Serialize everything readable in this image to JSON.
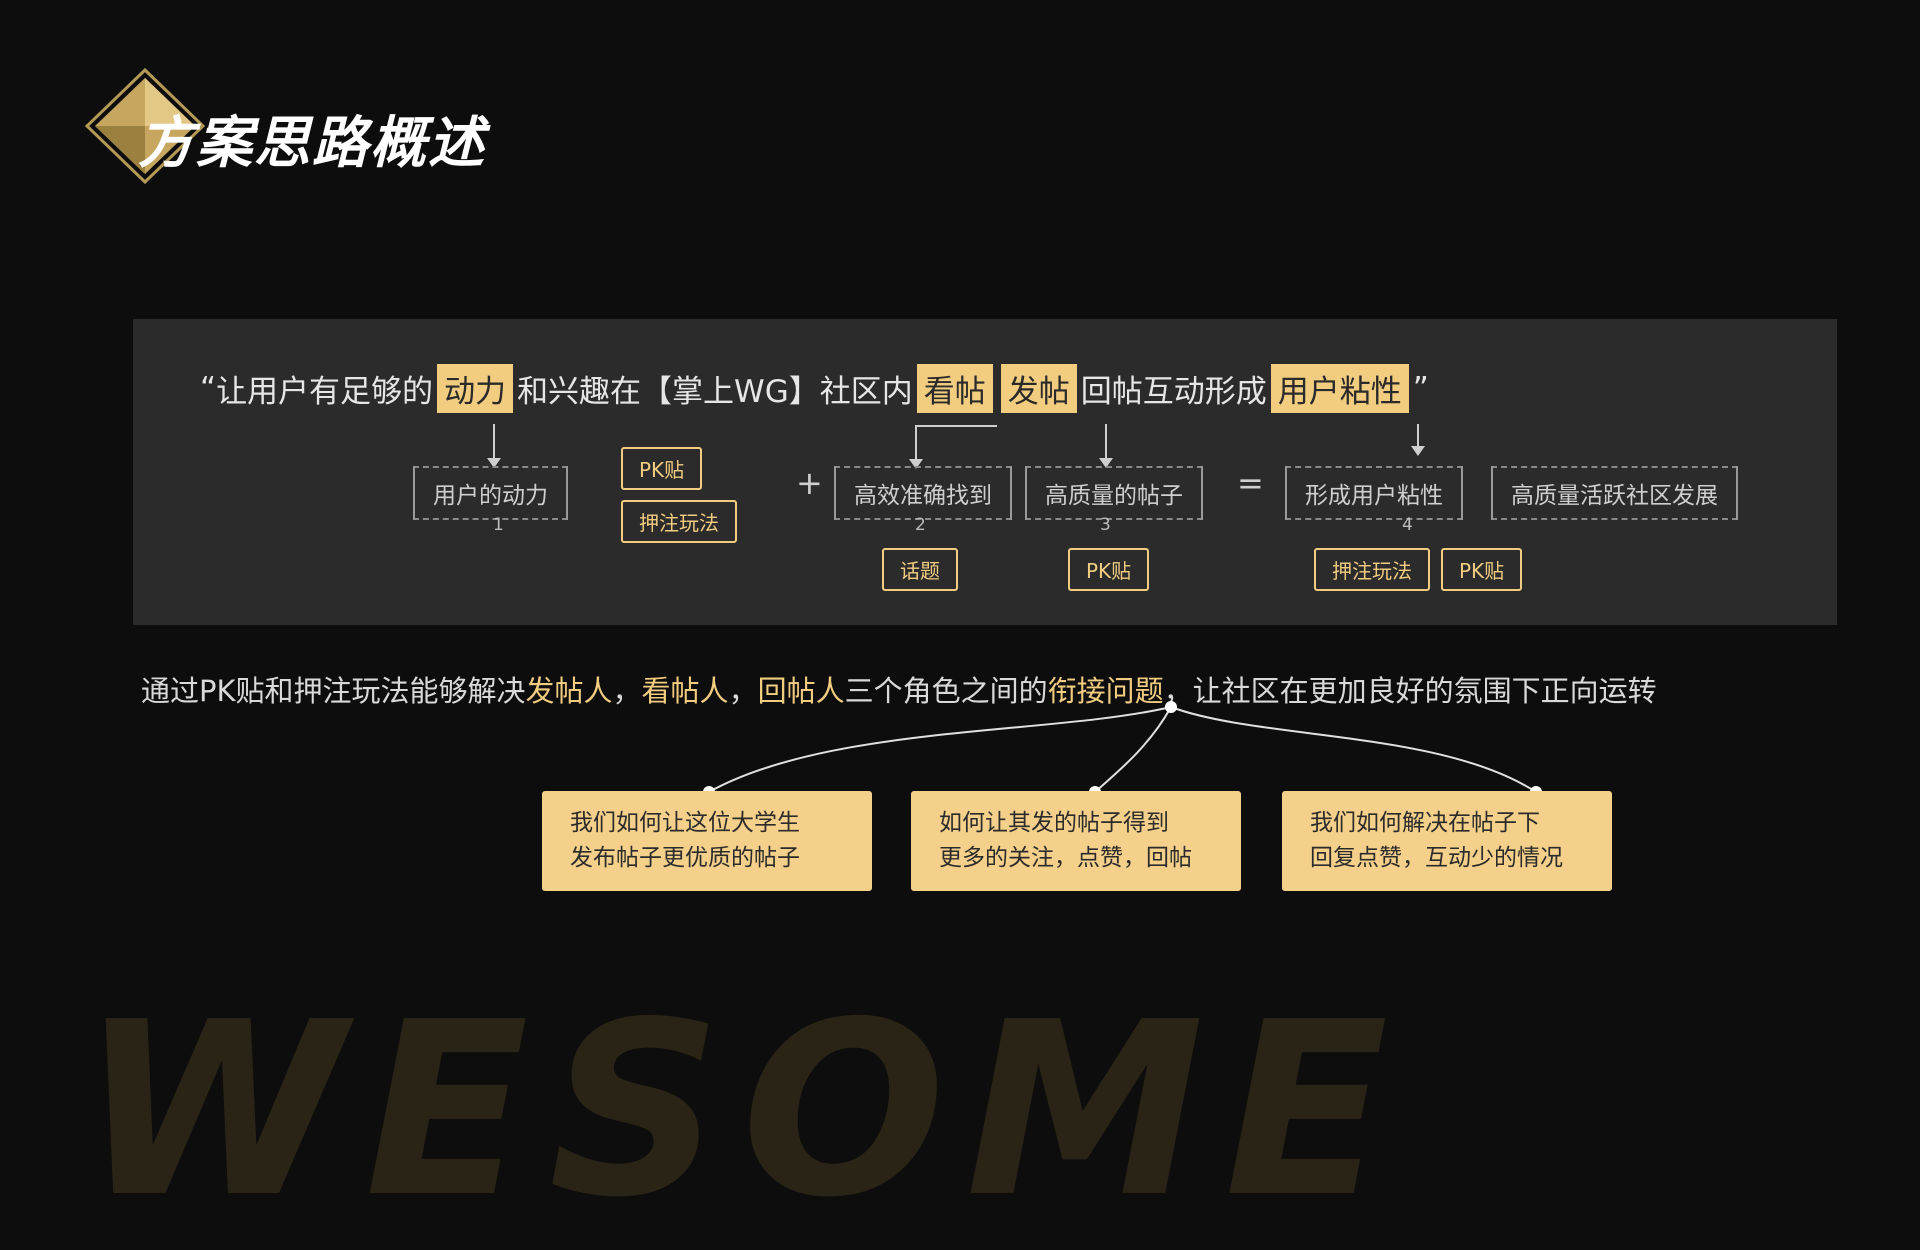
{
  "watermark": "WESOME",
  "title": "方案思路概述",
  "quote": {
    "open": "“",
    "p1": "让用户有足够的",
    "h1": "动力",
    "p2": "和兴趣在【掌上WG】社区内",
    "h2": "看帖",
    "h3": "发帖",
    "p3": "回帖互动形成",
    "h4": "用户粘性",
    "close": "”"
  },
  "formula": {
    "items": [
      {
        "label": "用户的动力",
        "num": "1"
      },
      {
        "label": "高效准确找到",
        "num": "2"
      },
      {
        "label": "高质量的帖子",
        "num": "3"
      },
      {
        "label": "形成用户粘性",
        "num": "4"
      },
      {
        "label": "高质量活跃社区发展"
      }
    ],
    "plus": "+",
    "equals": "=",
    "tags": {
      "pk1": "PK贴",
      "bet1": "押注玩法",
      "topic": "话题",
      "pk2": "PK贴",
      "bet2": "押注玩法",
      "pk3": "PK贴"
    }
  },
  "sentence": {
    "s1": "通过PK贴和押注玩法能够解决",
    "g1": "发帖人",
    "c1": "，",
    "g2": "看帖人",
    "c2": "，",
    "g3": "回帖人",
    "s2": "三个角色之间的",
    "g4": "衔接问题",
    "s3": "，让社区在更加良好的氛围下正向运转"
  },
  "cards": [
    {
      "line1": "我们如何让这位大学生",
      "line2": "发布帖子更优质的帖子"
    },
    {
      "line1": "如何让其发的帖子得到",
      "line2": "更多的关注，点赞，回帖"
    },
    {
      "line1": "我们如何解决在帖子下",
      "line2": "回复点赞，互动少的情况"
    }
  ],
  "colors": {
    "accent": "#f2cd80",
    "background": "#0d0d0d",
    "panel": "#2b2b2b"
  }
}
